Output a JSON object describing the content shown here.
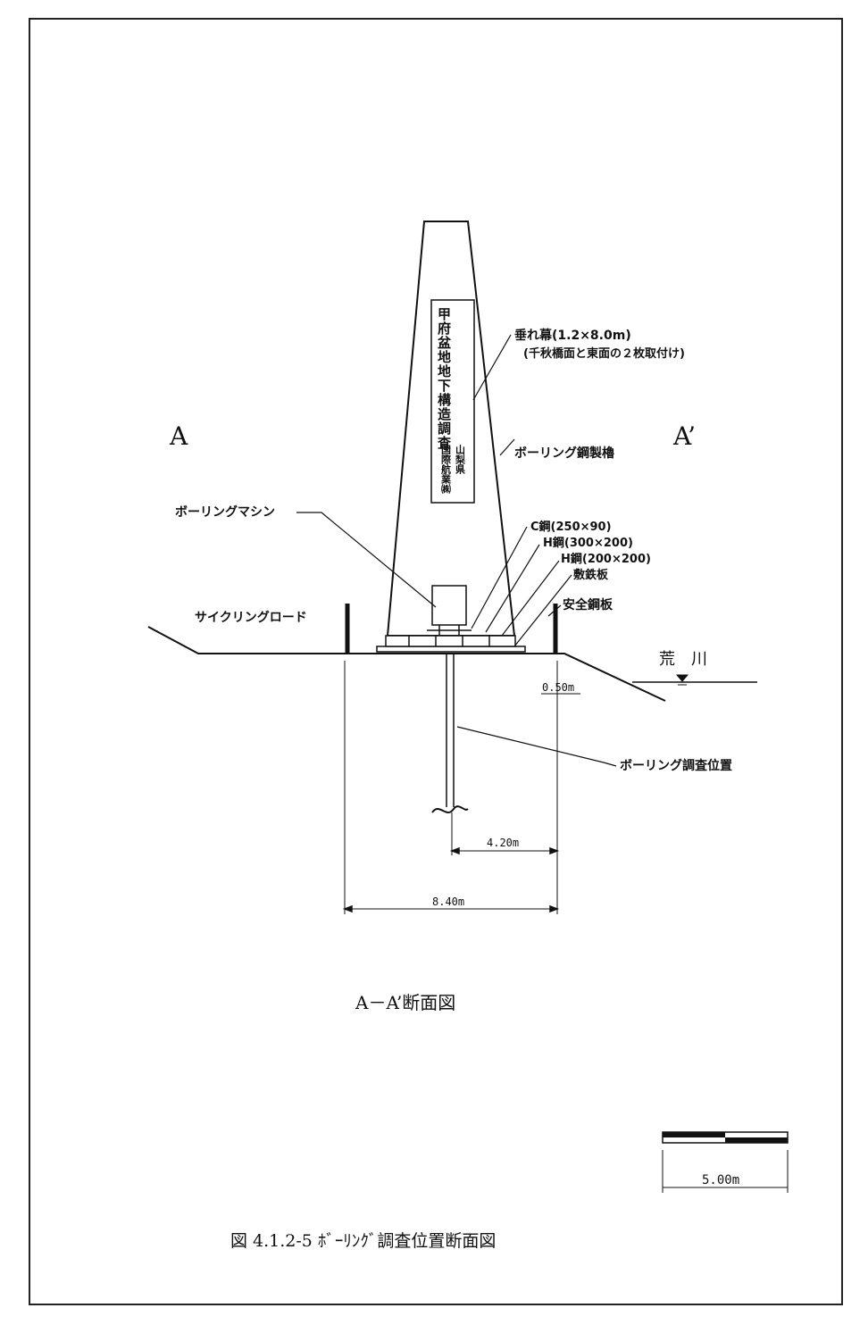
{
  "section_markers": {
    "left": "A",
    "right": "A’"
  },
  "banner": {
    "main_text": "甲府盆地地下構造調査",
    "side_text_1": "山梨県",
    "side_text_2": "国際航業㈱"
  },
  "labels": {
    "banner_title": "垂れ幕(1.2×8.0m)",
    "banner_note": "(千秋橋面と東面の２枚取付け)",
    "tower": "ボーリング鋼製櫓",
    "machine": "ボーリングマシン",
    "c_steel": "C鋼(250×90)",
    "h_steel_1": "H鋼(300×200)",
    "h_steel_2": "H鋼(200×200)",
    "plate": "敷鉄板",
    "safety_plate": "安全鋼板",
    "cycling_road": "サイクリングロード",
    "river": "荒　川",
    "boring_position": "ボーリング調査位置"
  },
  "dimensions": {
    "water_depth": "0.50m",
    "half_width": "4.20m",
    "full_width": "8.40m"
  },
  "section_title": "A－A’断面図",
  "scale_bar": {
    "label": "5.00m"
  },
  "figure_caption": "図 4.1.2-5  ﾎﾞｰﾘﾝｸﾞ調査位置断面図"
}
